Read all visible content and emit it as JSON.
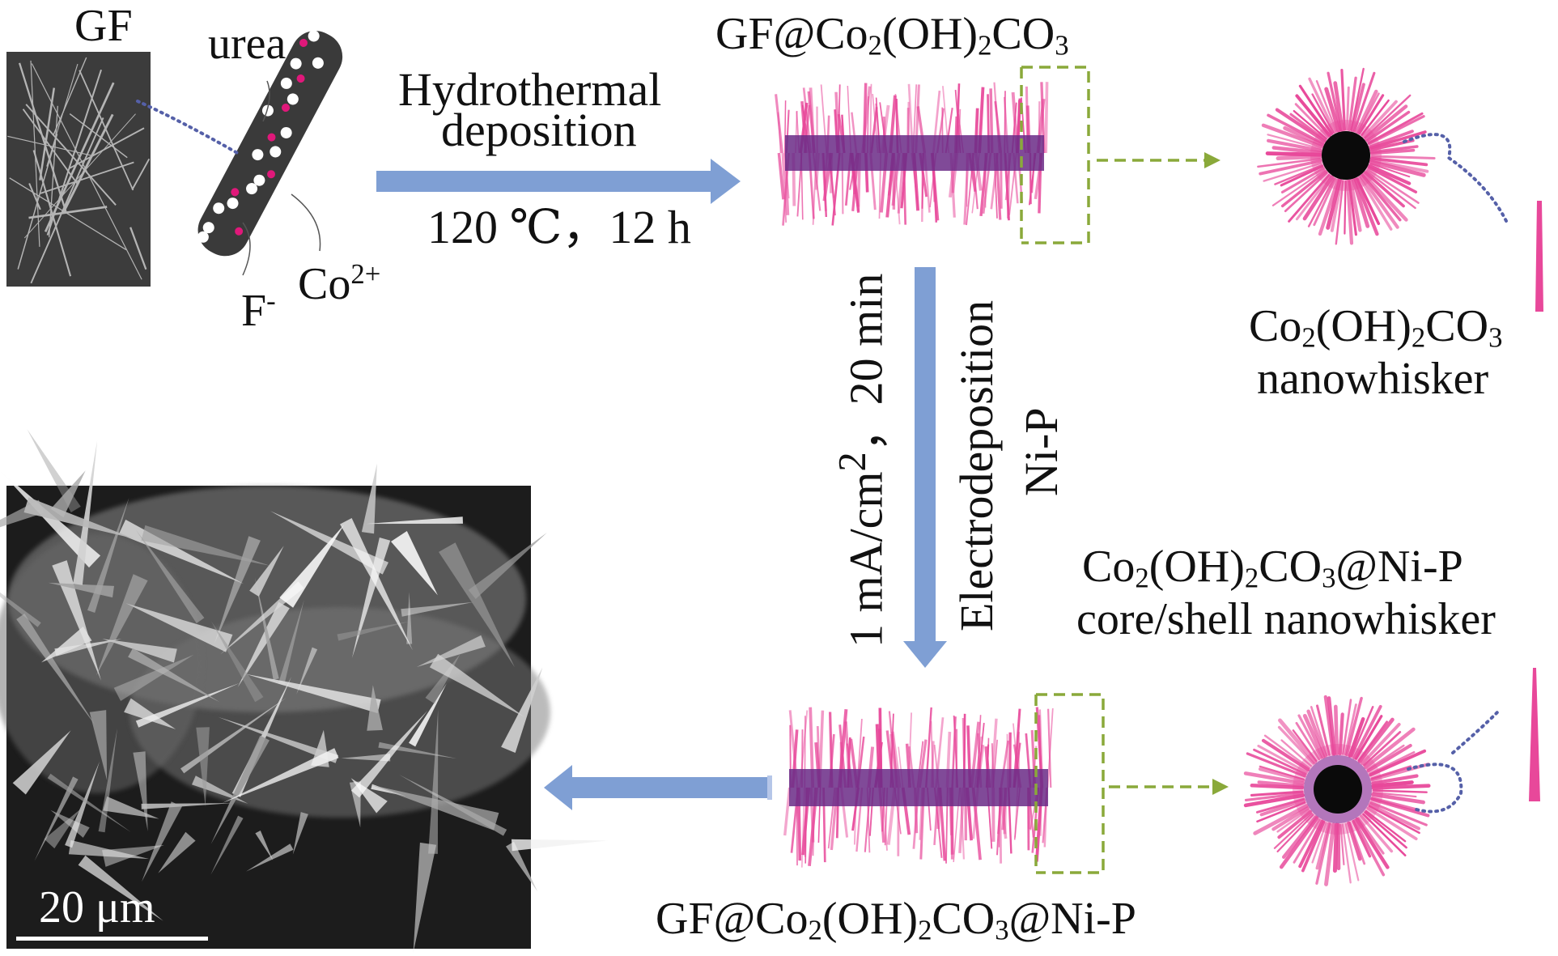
{
  "labels": {
    "gf": "GF",
    "urea": "urea",
    "f_base": "F",
    "f_sup": "-",
    "co_base": "Co",
    "co_sup": "2+",
    "hydro_line1": "Hydrothermal",
    "hydro_line2": "deposition",
    "hydro_cond": "120 ℃，12 h",
    "gf_co_a": "GF@Co",
    "gf_co_s1": "2",
    "gf_co_b": "(OH)",
    "gf_co_s2": "2",
    "gf_co_c": "CO",
    "gf_co_s3": "3",
    "nw_a": "Co",
    "nw_s1": "2",
    "nw_b": "(OH)",
    "nw_s2": "2",
    "nw_c": "CO",
    "nw_s3": "3",
    "nw_line2": "nanowhisker",
    "cond_a": "1 mA/cm",
    "cond_sup": "2",
    "cond_b": "，20 min",
    "electro": "Electrodeposition",
    "nip": "Ni-P",
    "cs_a": "Co",
    "cs_s1": "2",
    "cs_b": "(OH)",
    "cs_s2": "2",
    "cs_c": "CO",
    "cs_s3": "3",
    "cs_d": "@Ni-P",
    "cs_line2": "core/shell nanowhisker",
    "bottom_a": "GF@Co",
    "bottom_s1": "2",
    "bottom_b": "(OH)",
    "bottom_s2": "2",
    "bottom_c": "CO",
    "bottom_s3": "3",
    "bottom_d": "@Ni-P",
    "scale_bar": "20 μm"
  },
  "colors": {
    "arrow_blue": "#7f9fd4",
    "whisker_pink": "#e8489a",
    "fiber_core": "#6a2a86",
    "dash_green": "#8aa93a",
    "dot_blue": "#5560a8",
    "fiber_dark": "#3a3a3a",
    "urea_dot": "#e0187a"
  }
}
